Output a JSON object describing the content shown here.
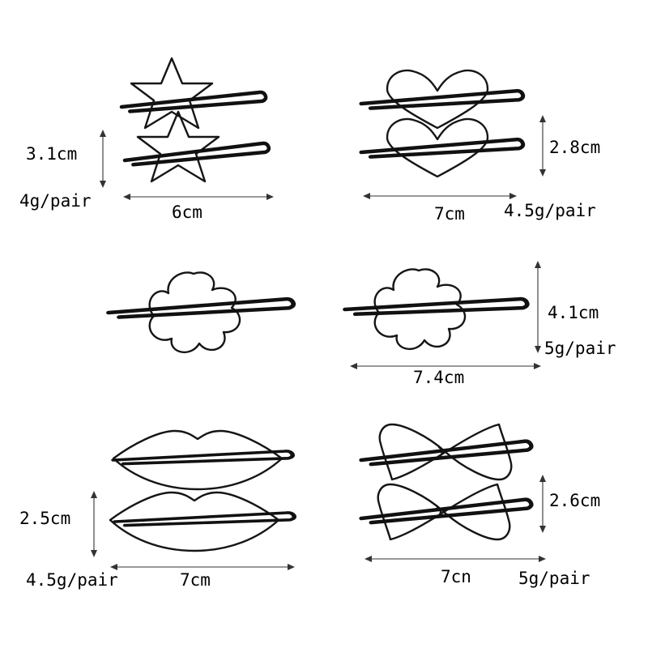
{
  "products": [
    {
      "id": "star",
      "height": "3.1cm",
      "width": "6cm",
      "weight": "4g/pair"
    },
    {
      "id": "heart",
      "height": "2.8cm",
      "width": "7cm",
      "weight": "4.5g/pair"
    },
    {
      "id": "flower",
      "height": "4.1cm",
      "width": "7.4cm",
      "weight": "5g/pair"
    },
    {
      "id": "lips",
      "height": "2.5cm",
      "width": "7cm",
      "weight": "4.5g/pair"
    },
    {
      "id": "bow",
      "height": "2.6cm",
      "width": "7cn",
      "weight": "5g/pair"
    }
  ],
  "colors": {
    "wire": "#151515",
    "background": "#ffffff"
  }
}
